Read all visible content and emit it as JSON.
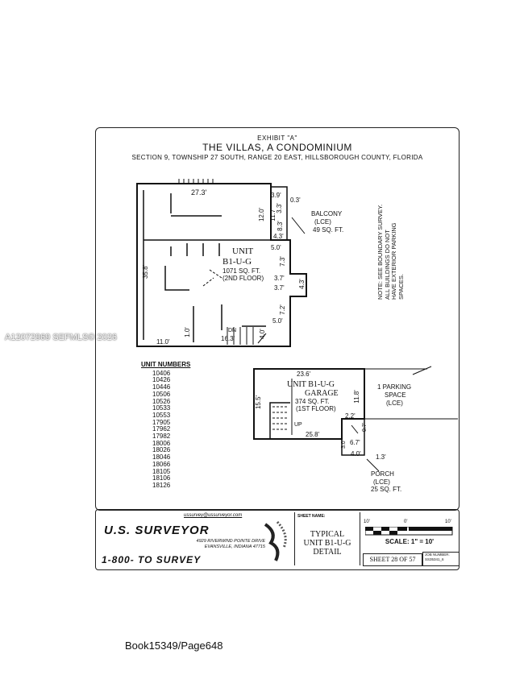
{
  "exhibit": "EXHIBIT \"A\"",
  "title": "THE VILLAS, A CONDOMINIUM",
  "legal": "SECTION 9, TOWNSHIP 27 SOUTH, RANGE 20 EAST, HILLSBOROUGH COUNTY, FLORIDA",
  "upper_unit": {
    "label": "UNIT",
    "name": "B1-U-G",
    "area": "1071 SQ. FT.",
    "floor": "(2ND FLOOR)",
    "dims": [
      "27.3'",
      "3.9'",
      "0.3'",
      "12.0'",
      "11.7'",
      "3.3'",
      "8.3'",
      "4.3'",
      "5.0'",
      "35.8'",
      "7.3'",
      "3.7'",
      "3.7'",
      "4.3'",
      "7.2'",
      "5.0'",
      "11.0'",
      "1.0'",
      "16.3'",
      "4.0'"
    ],
    "stair_label": "DN"
  },
  "balcony": {
    "label": "BALCONY",
    "lce": "(LCE)",
    "area": "49 SQ. FT."
  },
  "garage": {
    "label": "UNIT B1-U-G",
    "type": "GARAGE",
    "area": "374 SQ. FT.",
    "floor": "(1ST FLOOR)",
    "dims": [
      "23.6'",
      "15.5'",
      "11.8'",
      "2.2'",
      "25.8'",
      "0.7'",
      "6.7'",
      "3.0'",
      "4.0'",
      "1.3'"
    ],
    "stair_label": "UP"
  },
  "parking": {
    "line1": "1 PARKING",
    "line2": "SPACE",
    "lce": "(LCE)"
  },
  "porch": {
    "label": "PORCH",
    "lce": "(LCE)",
    "area": "25 SQ. FT."
  },
  "note": [
    "NOTE: SEE BOUNDARY SURVEY.",
    "ALL BUILDINGS DO NOT",
    "HAVE EXTERIOR PARKING",
    "SPACES."
  ],
  "unit_numbers": {
    "header": "UNIT NUMBERS",
    "items": [
      "10406",
      "10426",
      "10446",
      "10506",
      "10526",
      "10533",
      "10553",
      "17905",
      "17962",
      "17982",
      "18006",
      "18026",
      "18046",
      "18066",
      "18105",
      "18106",
      "18126"
    ]
  },
  "watermark": "A12072969  SEFMLS© 2026",
  "surveyor": {
    "email": "ussurvey@ussurveyor.com",
    "logo": "U.S. SURVEYOR",
    "address1": "4929 RIVERWIND POINTE DRIVE",
    "address2": "EVANSVILLE, INDIANA 47715",
    "phone": "1-800- TO SURVEY"
  },
  "sheet": {
    "name_label": "SHEET NAME:",
    "line1": "TYPICAL",
    "line2": "UNIT B1-U-G",
    "line3": "DETAIL",
    "scale": "SCALE:   1\" = 10'",
    "scale_ticks": [
      "10'",
      "0'",
      "10'"
    ],
    "sheet_number": "SHEET 28 OF 57",
    "job_label": "JOB NUMBER:",
    "job_number": "SS35341_6"
  },
  "book_ref": "Book15349/Page648"
}
